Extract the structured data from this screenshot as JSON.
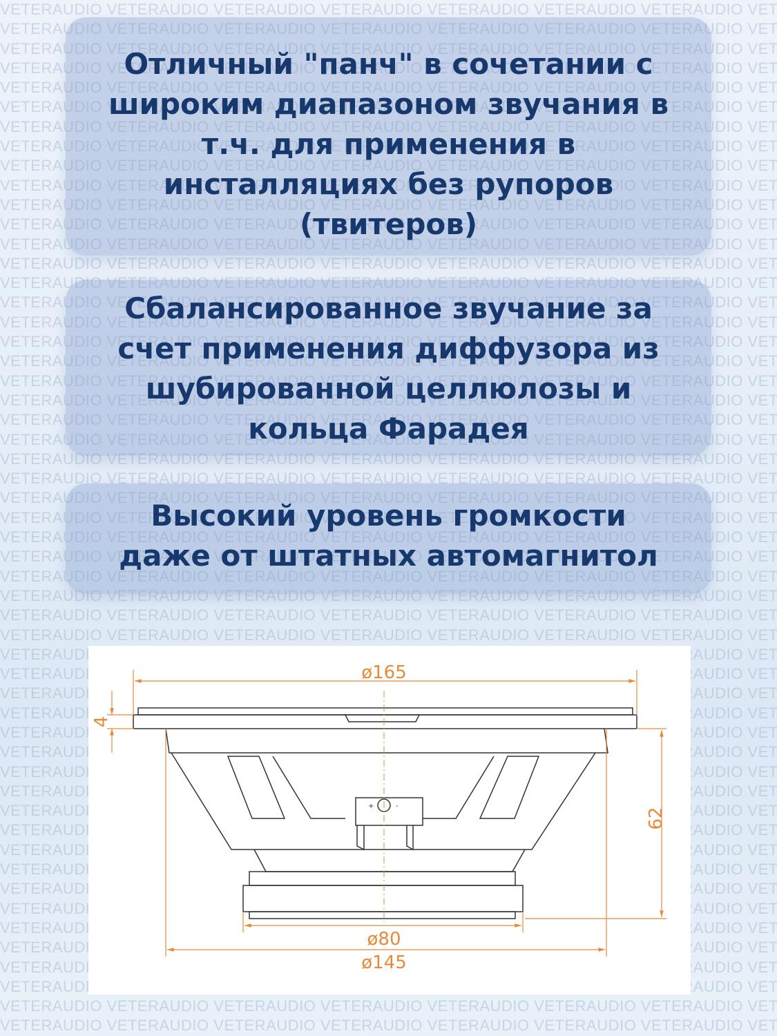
{
  "watermark": "VETERAUDIO",
  "features": [
    {
      "lines": [
        "Отличный \"панч\" в сочетании с",
        "широким диапазоном звучания в",
        "т.ч. для применения в",
        "инсталляциях без рупоров",
        "(твитеров)"
      ]
    },
    {
      "lines": [
        "Сбалансированное звучание за",
        "счет применения диффузора из",
        "шубированной целлюлозы и",
        "кольца Фарадея"
      ]
    },
    {
      "lines": [
        "Высокий уровень громкости",
        "даже от штатных автомагнитол"
      ]
    }
  ],
  "drawing": {
    "dim_outer": "ø165",
    "dim_flange": "4",
    "dim_depth": "62",
    "dim_magnet": "ø80",
    "dim_cutout": "ø145",
    "terminal_plus": "+",
    "terminal_minus": "-"
  },
  "colors": {
    "text": "#17386c",
    "dimension": "#e8893a"
  }
}
